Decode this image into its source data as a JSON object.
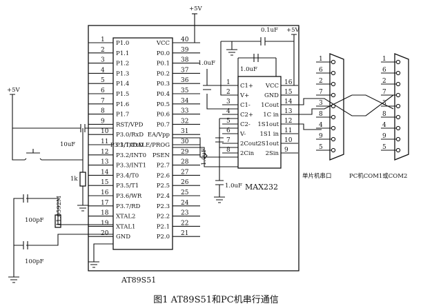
{
  "caption": "图1 AT89S51和PC机串行通信",
  "mcu": {
    "name": "AT89S51",
    "left_pins": [
      {
        "num": "1",
        "label": "P1.0"
      },
      {
        "num": "2",
        "label": "P1.1"
      },
      {
        "num": "3",
        "label": "P1.2"
      },
      {
        "num": "4",
        "label": "P1.3"
      },
      {
        "num": "5",
        "label": "P1.4"
      },
      {
        "num": "6",
        "label": "P1.5"
      },
      {
        "num": "7",
        "label": "P1.6"
      },
      {
        "num": "8",
        "label": "P1.7"
      },
      {
        "num": "9",
        "label": "RST/VPD"
      },
      {
        "num": "10",
        "label": "P3.0/RxD"
      },
      {
        "num": "11",
        "label": "P3.1/TxD"
      },
      {
        "num": "12",
        "label": "P3.2/INT0"
      },
      {
        "num": "13",
        "label": "P3.3/INT1"
      },
      {
        "num": "14",
        "label": "P3.4/T0"
      },
      {
        "num": "15",
        "label": "P3.5/T1"
      },
      {
        "num": "16",
        "label": "P3.6/WR"
      },
      {
        "num": "17",
        "label": "P3.7/RD"
      },
      {
        "num": "18",
        "label": "XTAL2"
      },
      {
        "num": "19",
        "label": "XTAL1"
      },
      {
        "num": "20",
        "label": "GND"
      }
    ],
    "right_pins": [
      {
        "num": "40",
        "label": "VCC"
      },
      {
        "num": "39",
        "label": "P0.0"
      },
      {
        "num": "38",
        "label": "P0.1"
      },
      {
        "num": "37",
        "label": "P0.2"
      },
      {
        "num": "36",
        "label": "P0.3"
      },
      {
        "num": "35",
        "label": "P0.4"
      },
      {
        "num": "34",
        "label": "P0.5"
      },
      {
        "num": "33",
        "label": "P0.6"
      },
      {
        "num": "32",
        "label": "P0.7"
      },
      {
        "num": "31",
        "label": "EA/Vpp"
      },
      {
        "num": "30",
        "label": "P3.1/TxDALE/PROG"
      },
      {
        "num": "29",
        "label": "PSEN"
      },
      {
        "num": "28",
        "label": "P2.7"
      },
      {
        "num": "27",
        "label": "P2.6"
      },
      {
        "num": "26",
        "label": "P2.5"
      },
      {
        "num": "25",
        "label": "P2.4"
      },
      {
        "num": "24",
        "label": "P2.3"
      },
      {
        "num": "23",
        "label": "P2.2"
      },
      {
        "num": "22",
        "label": "P2.1"
      },
      {
        "num": "21",
        "label": "P2.0"
      }
    ]
  },
  "max232": {
    "name": "MAX232",
    "left_pins": [
      {
        "num": "1",
        "label": "C1+"
      },
      {
        "num": "2",
        "label": "V+"
      },
      {
        "num": "3",
        "label": "C1-"
      },
      {
        "num": "4",
        "label": "C2+"
      },
      {
        "num": "5",
        "label": "C2-"
      },
      {
        "num": "6",
        "label": "V-"
      },
      {
        "num": "7",
        "label": "2Cout"
      },
      {
        "num": "8",
        "label": "2Cin"
      }
    ],
    "inner_right_labels": [
      "VCC",
      "GND",
      "1Cout",
      "1C in",
      "1S1out",
      "1S1 in",
      "2S1out",
      "2Sin"
    ],
    "right_pins": [
      {
        "num": "16"
      },
      {
        "num": "15"
      },
      {
        "num": "14"
      },
      {
        "num": "13"
      },
      {
        "num": "12"
      },
      {
        "num": "11"
      },
      {
        "num": "10"
      },
      {
        "num": "9"
      }
    ]
  },
  "labels": {
    "vcc_top": "+5V",
    "vcc_right": "+5V",
    "vcc_left": "+5V",
    "cap_top": "0.1uF",
    "cap_top2": "1.0uF",
    "cap_left": "1.0uF",
    "cap_mid": "1.0uF",
    "cap_bottom": "1.0uF",
    "cap_rst": "10uF",
    "res": "1k",
    "xtal": "11.0592M",
    "cap_x1": "100pF",
    "cap_x2": "100pF",
    "mcu_port": "单片机串口",
    "pc_port": "PC机COM1或COM2"
  },
  "db9_pins": {
    "left": [
      "1",
      "6",
      "2",
      "7",
      "3",
      "8",
      "4",
      "9",
      "5"
    ],
    "right": [
      "1",
      "6",
      "2",
      "7",
      "3",
      "8",
      "4",
      "9",
      "5"
    ]
  }
}
